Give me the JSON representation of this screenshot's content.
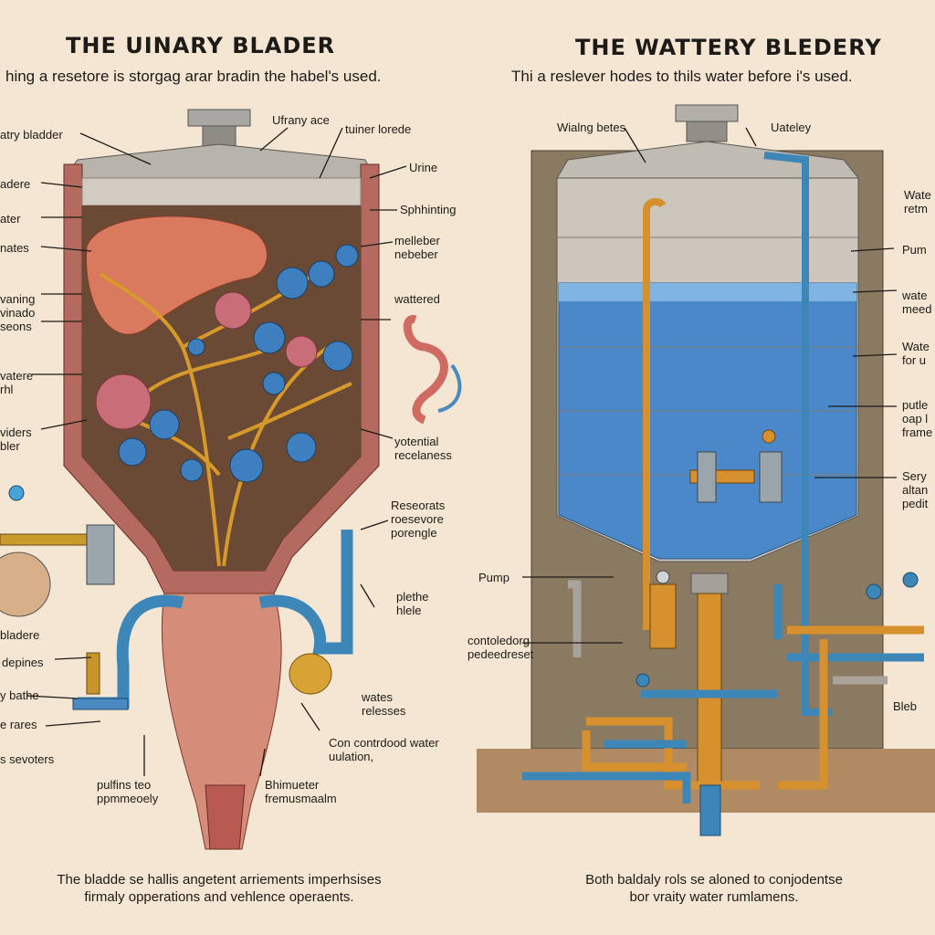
{
  "left": {
    "title": "THE UINARY BLADER",
    "subtitle": "hing a resetore is storgag arar bradin the habel's used.",
    "labels": {
      "ury_bladder": "atry bladder",
      "urinary_ace": "Ufrany ace",
      "tuiner_lorede": "tuiner lorede",
      "urine": "Urine",
      "bladere": "adere",
      "water": "ater",
      "sphincter": "Sphhinting",
      "meleber": "melleber\nnebeber",
      "nates": "nates",
      "watered": "wattered",
      "vaning": "vaning\nvinado\nseons",
      "vatere": "vatere\nrhl",
      "potential": "yotential\nrecelaness",
      "vulders": "viders\nbler",
      "reservoir": "Reseorats\nroesevore\nporengle",
      "plethe": "plethe\nhlele",
      "bladere2": "bladere",
      "depines": "depines",
      "bathe": "y bathe",
      "rares": "e rares",
      "sevoters": "s sevoters",
      "waters_releases": "wates\nrelesses",
      "pulfins": "pulfins teo\nppmmeoely",
      "con_controlled": "Con contrdood water\nuulation,",
      "sphincter2": "Bhimueter\nfremusmaalm",
      "caption": "The bladde se hallis angetent arriements imperhsises\nfirmaly opperations and vehlence operaents."
    }
  },
  "right": {
    "title": "THE WATTERY BLEDERY",
    "subtitle": "Thi a reslever hodes to thils water before i's used.",
    "labels": {
      "wising_betes": "Wialng betes",
      "uateley": "Uateley",
      "water_retm": "Wate\nretm",
      "pum": "Pum",
      "water_meed": "wate\nmeed",
      "water_for": "Wate\nfor u",
      "putleds": "putle\noap l\nframe",
      "sery": "Sery\naltan\npedit",
      "pump": "Pump",
      "controlled": "contoledorg\npedeedreset",
      "bleb": "Bleb",
      "caption": "Both baldaly rols se aloned to conjodentse\nbor vraity water rumlamens."
    }
  }
}
